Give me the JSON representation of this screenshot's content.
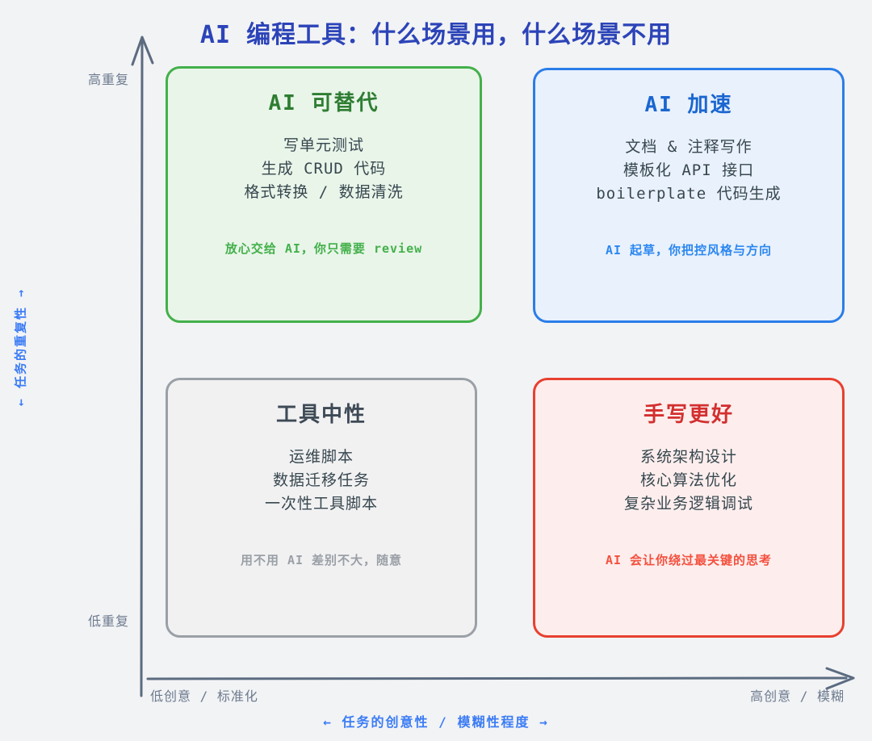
{
  "page": {
    "title": "AI 编程工具：什么场景用，什么场景不用"
  },
  "colors": {
    "background": "#f2f3f5",
    "title": "#2c44b8",
    "axis": "#5b6b80",
    "axis_end_labels": "#6d7b8e",
    "axis_captions": "#3b7cf5",
    "body_text": "#37474f",
    "green_quadrant": {
      "bg": "#e9f5e9",
      "border": "#43b04a",
      "title": "#2e7d32",
      "note": "#43b04a"
    },
    "blue_quadrant": {
      "bg": "#e9f1fc",
      "border": "#2b7de9",
      "title": "#1a66d0",
      "note": "#2b87f0"
    },
    "gray_quadrant": {
      "bg": "#f1f1f2",
      "border": "#9aa0a6",
      "title": "#3e4a56",
      "note": "#9aa0a6"
    },
    "red_quadrant": {
      "bg": "#fdeeed",
      "border": "#e8402f",
      "title": "#d32f2f",
      "note": "#f4503e"
    }
  },
  "quadrants": {
    "top_left": {
      "title": "AI 可替代",
      "items": [
        "写单元测试",
        "生成 CRUD 代码",
        "格式转换 / 数据清洗"
      ],
      "note": "放心交给 AI，你只需要 review"
    },
    "top_right": {
      "title": "AI 加速",
      "items": [
        "文档 & 注释写作",
        "模板化 API 接口",
        "boilerplate 代码生成"
      ],
      "note": "AI 起草，你把控风格与方向"
    },
    "bottom_left": {
      "title": "工具中性",
      "items": [
        "运维脚本",
        "数据迁移任务",
        "一次性工具脚本"
      ],
      "note": "用不用 AI 差别不大，随意"
    },
    "bottom_right": {
      "title": "手写更好",
      "items": [
        "系统架构设计",
        "核心算法优化",
        "复杂业务逻辑调试"
      ],
      "note": "AI 会让你绕过最关键的思考"
    }
  },
  "axes": {
    "y": {
      "caption": "← 任务的重复性 →",
      "top_label": "高重复",
      "bottom_label": "低重复"
    },
    "x": {
      "caption": "← 任务的创意性 / 模糊性程度 →",
      "left_label": "低创意 / 标准化",
      "right_label": "高创意 / 模糊"
    }
  }
}
